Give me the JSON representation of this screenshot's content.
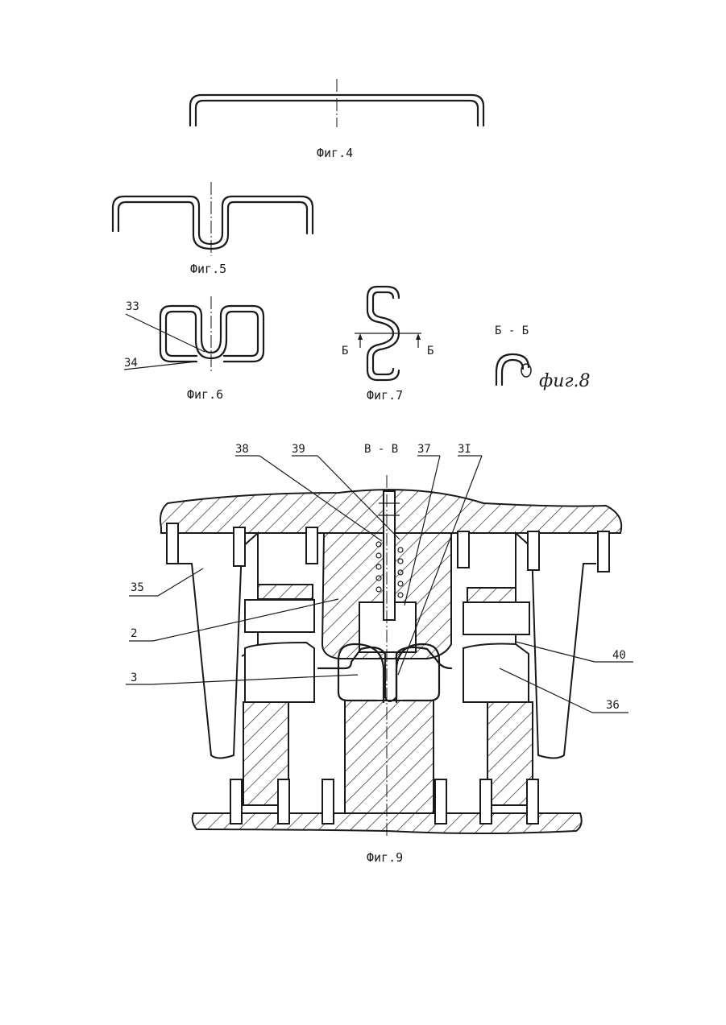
{
  "figures": {
    "fig4": {
      "caption": "Фиг.4"
    },
    "fig5": {
      "caption": "Фиг.5"
    },
    "fig6": {
      "caption": "Фиг.6",
      "labels": [
        "33",
        "34"
      ]
    },
    "fig7": {
      "caption": "Фиг.7",
      "section_mark_left": "Б",
      "section_mark_right": "Б"
    },
    "fig8": {
      "caption": "фиг.8",
      "section_title": "Б - Б"
    },
    "fig9": {
      "caption": "Фиг.9",
      "section_title": "В - В",
      "labels": {
        "l38": "38",
        "l39": "39",
        "l37": "37",
        "l31": "3I",
        "l35": "35",
        "l2": "2",
        "l3": "3",
        "l40": "40",
        "l36": "36"
      }
    }
  }
}
